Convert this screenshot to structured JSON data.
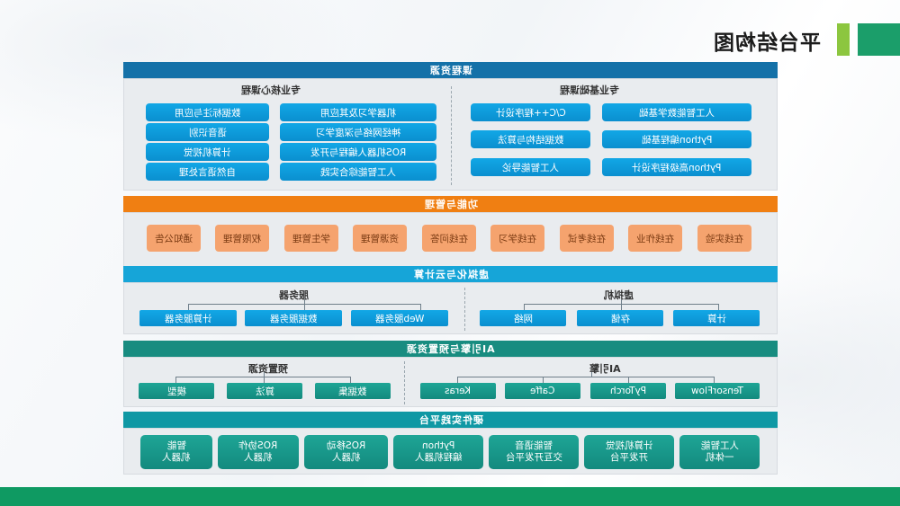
{
  "title": "平台结构图",
  "colors": {
    "blue_bar": "#1471a8",
    "orange_bar": "#f07f12",
    "cyan_bar": "#16a5d8",
    "teal_bar": "#188c80",
    "green_bottom": "#0f9a62"
  },
  "s1": {
    "bar": "课程资源",
    "left": {
      "title": "专业核心课程",
      "items": [
        "数据标注与应用",
        "机器学习及其应用",
        "语音识别",
        "神经网络与深度学习",
        "计算机视觉",
        "ROS机器人编程与开发",
        "自然语言处理",
        "人工智能综合实践"
      ]
    },
    "right": {
      "title": "专业基础课程",
      "items": [
        "C/C++程序设计",
        "人工智能数学基础",
        "数据结构与算法",
        "Python编程基础",
        "人工智能导论",
        "Python高级程序设计"
      ]
    }
  },
  "s2": {
    "bar": "功能与管理",
    "items": [
      "通知公告",
      "权限管理",
      "学生管理",
      "资源管理",
      "在线问答",
      "在线学习",
      "在线考试",
      "在线作业",
      "在线实验"
    ]
  },
  "s3": {
    "bar": "虚拟化与云计算",
    "left": {
      "title": "服务器",
      "items": [
        "计算服务器",
        "数据服务器",
        "Web服务器"
      ]
    },
    "right": {
      "title": "虚拟机",
      "items": [
        "网络",
        "存储",
        "计算"
      ]
    }
  },
  "s4": {
    "bar": "AI引擎与预置资源",
    "left": {
      "title": "预置资源",
      "items": [
        "模型",
        "算法",
        "数据集"
      ]
    },
    "right": {
      "title": "AI引擎",
      "items": [
        "Keras",
        "Caffe",
        "PyTorch",
        "TensorFlow"
      ]
    }
  },
  "s5": {
    "bar": "硬件实践平台",
    "items": [
      [
        "智能",
        "机器人"
      ],
      [
        "ROS协作",
        "机器人"
      ],
      [
        "ROS移动",
        "机器人"
      ],
      [
        "Python",
        "编程机器人"
      ],
      [
        "智能语音",
        "交互开发平台"
      ],
      [
        "计算机视觉",
        "开发平台"
      ],
      [
        "人工智能",
        "一体机"
      ]
    ]
  }
}
